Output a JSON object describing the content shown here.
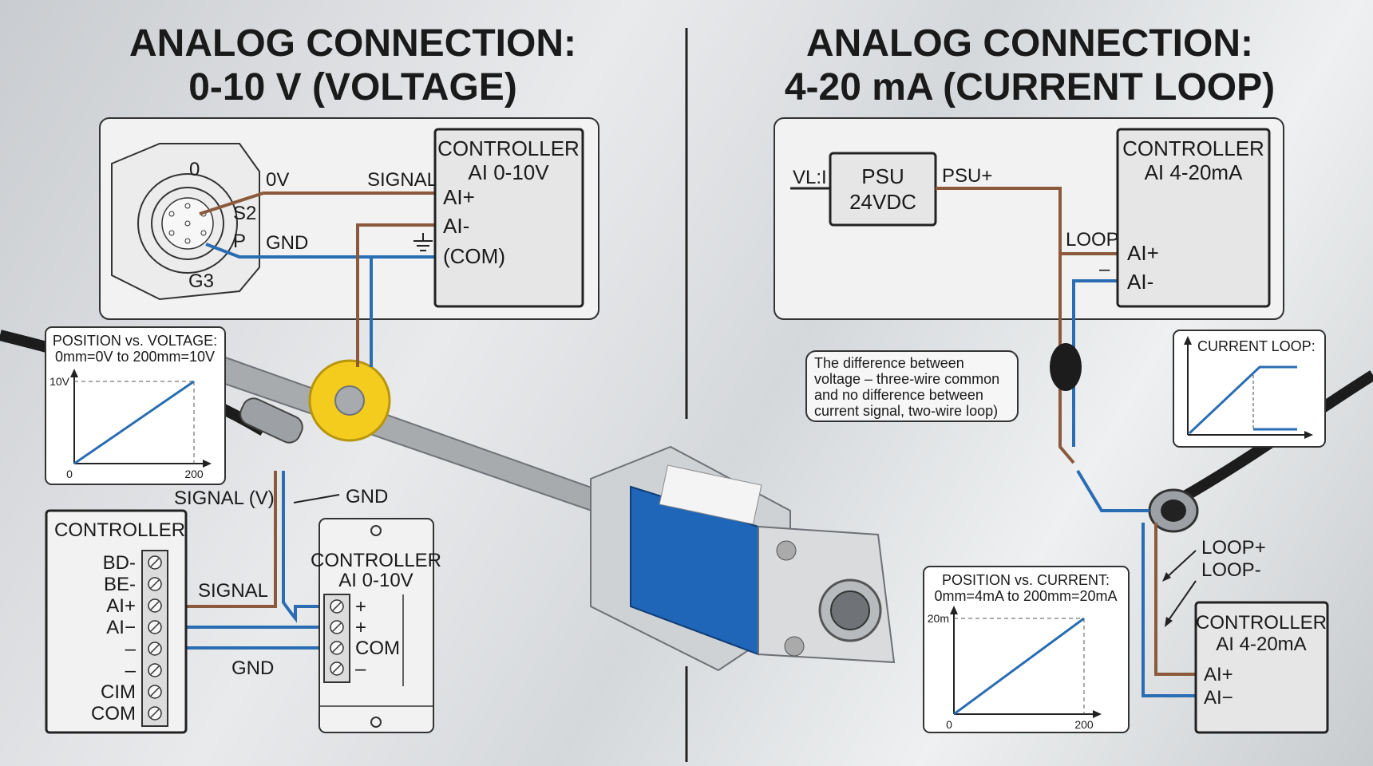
{
  "colors": {
    "brown": "#8b5a3c",
    "blue": "#2a6db3",
    "panel": "#f2f2f2",
    "box": "#e6e6e6",
    "yellow": "#f3cc1e",
    "sensor_blue": "#1f66b8"
  },
  "left": {
    "title_line1": "ANALOG CONNECTION:",
    "title_line2": "0-10 V (VOLTAGE)",
    "connector_pins": {
      "top": "0",
      "s2": "S2",
      "p": "P",
      "g3": "G3"
    },
    "wire_0v": "0V",
    "wire_gnd": "GND",
    "wire_signal": "SIGNAL",
    "controller": {
      "line1": "CONTROLLER",
      "line2": "AI 0-10V",
      "ai_plus": "AI+",
      "ai_minus": "AI-",
      "com": "(COM)"
    },
    "chart_title1": "POSITION vs. VOLTAGE:",
    "chart_title2": "0mm=0V to 200mm=10V",
    "signal_v": "SIGNAL (V)",
    "gnd": "GND",
    "terminal_controller": {
      "title": "CONTROLLER",
      "rows": [
        "BD-",
        "BE-",
        "AI+",
        "AI−",
        "–",
        "–",
        "CIM",
        "COM"
      ]
    },
    "signal_label": "SIGNAL",
    "gnd_label": "GND",
    "small_controller": {
      "line1": "CONTROLLER",
      "line2": "AI 0-10V",
      "rows": [
        "+",
        "+",
        "COM",
        "–"
      ]
    }
  },
  "right": {
    "title_line1": "ANALOG CONNECTION:",
    "title_line2": "4-20 mA (CURRENT LOOP)",
    "psu_in": "VL:I",
    "psu": {
      "line1": "PSU",
      "line2": "24VDC"
    },
    "psu_plus": "PSU+",
    "loop": "LOOP",
    "minus": "–",
    "controller": {
      "line1": "CONTROLLER",
      "line2": "AI 4-20mA",
      "ai_plus": "AI+",
      "ai_minus": "AI-"
    },
    "note": [
      "The difference between",
      "voltage – three-wire common",
      "and no difference between",
      "current signal, two-wire loop)"
    ],
    "current_loop_title": "CURRENT LOOP:",
    "chart_title1": "POSITION vs. CURRENT:",
    "chart_title2": "0mm=4mA to 200mm=20mA",
    "loop_plus": "LOOP+",
    "loop_minus": "LOOP-",
    "controller2": {
      "line1": "CONTROLLER",
      "line2": "AI 4-20mA",
      "ai_plus": "AI+",
      "ai_minus": "AI−"
    }
  },
  "chart_data": [
    {
      "type": "line",
      "title": "POSITION vs. VOLTAGE: 0mm=0V to 200mm=10V",
      "x": [
        0,
        200
      ],
      "y": [
        0,
        10
      ],
      "tick_labels_x": [
        "0",
        "200"
      ],
      "tick_labels_y": [
        "10V"
      ],
      "xlim": [
        0,
        200
      ],
      "ylim": [
        0,
        10
      ]
    },
    {
      "type": "line",
      "title": "POSITION vs. CURRENT: 0mm=4mA to 200mm=20mA",
      "x": [
        0,
        200
      ],
      "y": [
        4,
        20
      ],
      "tick_labels_x": [
        "0",
        "200"
      ],
      "tick_labels_y": [
        "20m"
      ],
      "xlim": [
        0,
        200
      ],
      "ylim": [
        4,
        20
      ]
    }
  ]
}
